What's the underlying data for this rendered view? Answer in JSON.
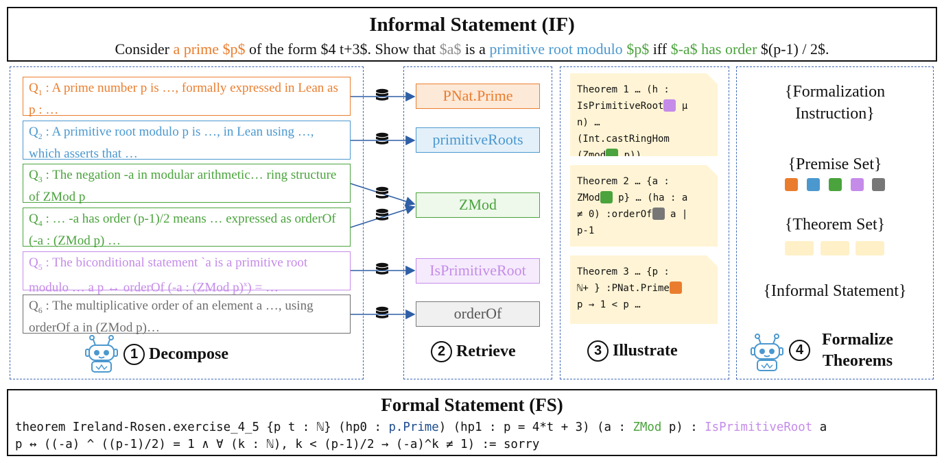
{
  "informal": {
    "title": "Informal Statement (IF)",
    "parts": [
      "Consider ",
      "a prime $p$",
      " of the form $4 t+3$. Show that ",
      "$a$",
      " is a ",
      "primitive root modulo",
      " ",
      "$p$",
      " iff ",
      "$-a$ has order",
      " $(p-1) / 2$."
    ]
  },
  "decompose": {
    "questions": [
      {
        "label": "Q",
        "sub": "1",
        "text": " : A prime number p is …, formally expressed in Lean as p :  …",
        "color": "#ea7d2d"
      },
      {
        "label": "Q",
        "sub": "2",
        "text": " : A primitive root modulo p is …, in Lean using …, which asserts that …",
        "color": "#4b98cf"
      },
      {
        "label": "Q",
        "sub": "3",
        "text": " : The negation -a in modular arithmetic… ring structure of ZMod p",
        "color": "#4aa33c"
      },
      {
        "label": "Q",
        "sub": "4",
        "text": " : … -a has order (p-1)/2 means … expressed as orderOf (-a : (ZMod p) …",
        "color": "#4aa33c"
      },
      {
        "label": "Q",
        "sub": "5",
        "text_a": " : The biconditional statement `a is a primitive root modulo … a p ↔ orderOf (-a : (ZMod p)",
        "text_sup": "x",
        "text_b": ") = …",
        "color": "#c58be9"
      },
      {
        "label": "Q",
        "sub": "6",
        "text": " : The multiplicative order of an element a …, using orderOf a in (ZMod p)…",
        "color": "#6e6e6e"
      }
    ],
    "step_number": "1",
    "step_label": "Decompose"
  },
  "retrieve": {
    "items": [
      "PNat.Prime",
      "primitiveRoots",
      "ZMod",
      "IsPrimitiveRoot",
      "orderOf"
    ],
    "step_number": "2",
    "step_label": "Retrieve"
  },
  "illustrate": {
    "theorems": [
      {
        "lines": [
          "Theorem 1 … (h :",
          "IsPrimitiveRoot",
          " μ",
          "n) …",
          "(Int.castRingHom",
          "(Zmod",
          " p)) …"
        ]
      },
      {
        "lines": [
          "Theorem 2 … {a :",
          "ZMod",
          " p} … (ha : a",
          "≠ 0) :orderOf",
          " a |",
          "p-1"
        ]
      },
      {
        "lines": [
          "Theorem 3 … {p :",
          "ℕ+ } :PNat.Prime",
          "p → 1 < p …"
        ]
      }
    ],
    "step_number": "3",
    "step_label": "Illustrate"
  },
  "formalize": {
    "lines": [
      "{Formalization",
      "Instruction}",
      "{Premise Set}",
      "{Theorem Set}",
      "{Informal Statement}"
    ],
    "premise_colors": [
      "#ea7d2d",
      "#4b98cf",
      "#4aa33c",
      "#c58be9",
      "#777777"
    ],
    "step_number": "4",
    "step_label_1": "Formalize",
    "step_label_2": "Theorems"
  },
  "formal": {
    "title": "Formal Statement (FS)",
    "line1": [
      "theorem Ireland-Rosen.exercise_4_5 {p t : ℕ} (hp0 : ",
      "p.Prime",
      ") (hp1 : p = 4*t + 3) (a : ",
      "ZMod",
      " p) : ",
      "IsPrimitiveRoot",
      " a"
    ],
    "line2": "p ↔ ((-a) ^ ((p-1)/2) = 1 ∧ ∀ (k : ℕ), k < (p-1)/2 → (-a)^k ≠ 1) := sorry"
  }
}
